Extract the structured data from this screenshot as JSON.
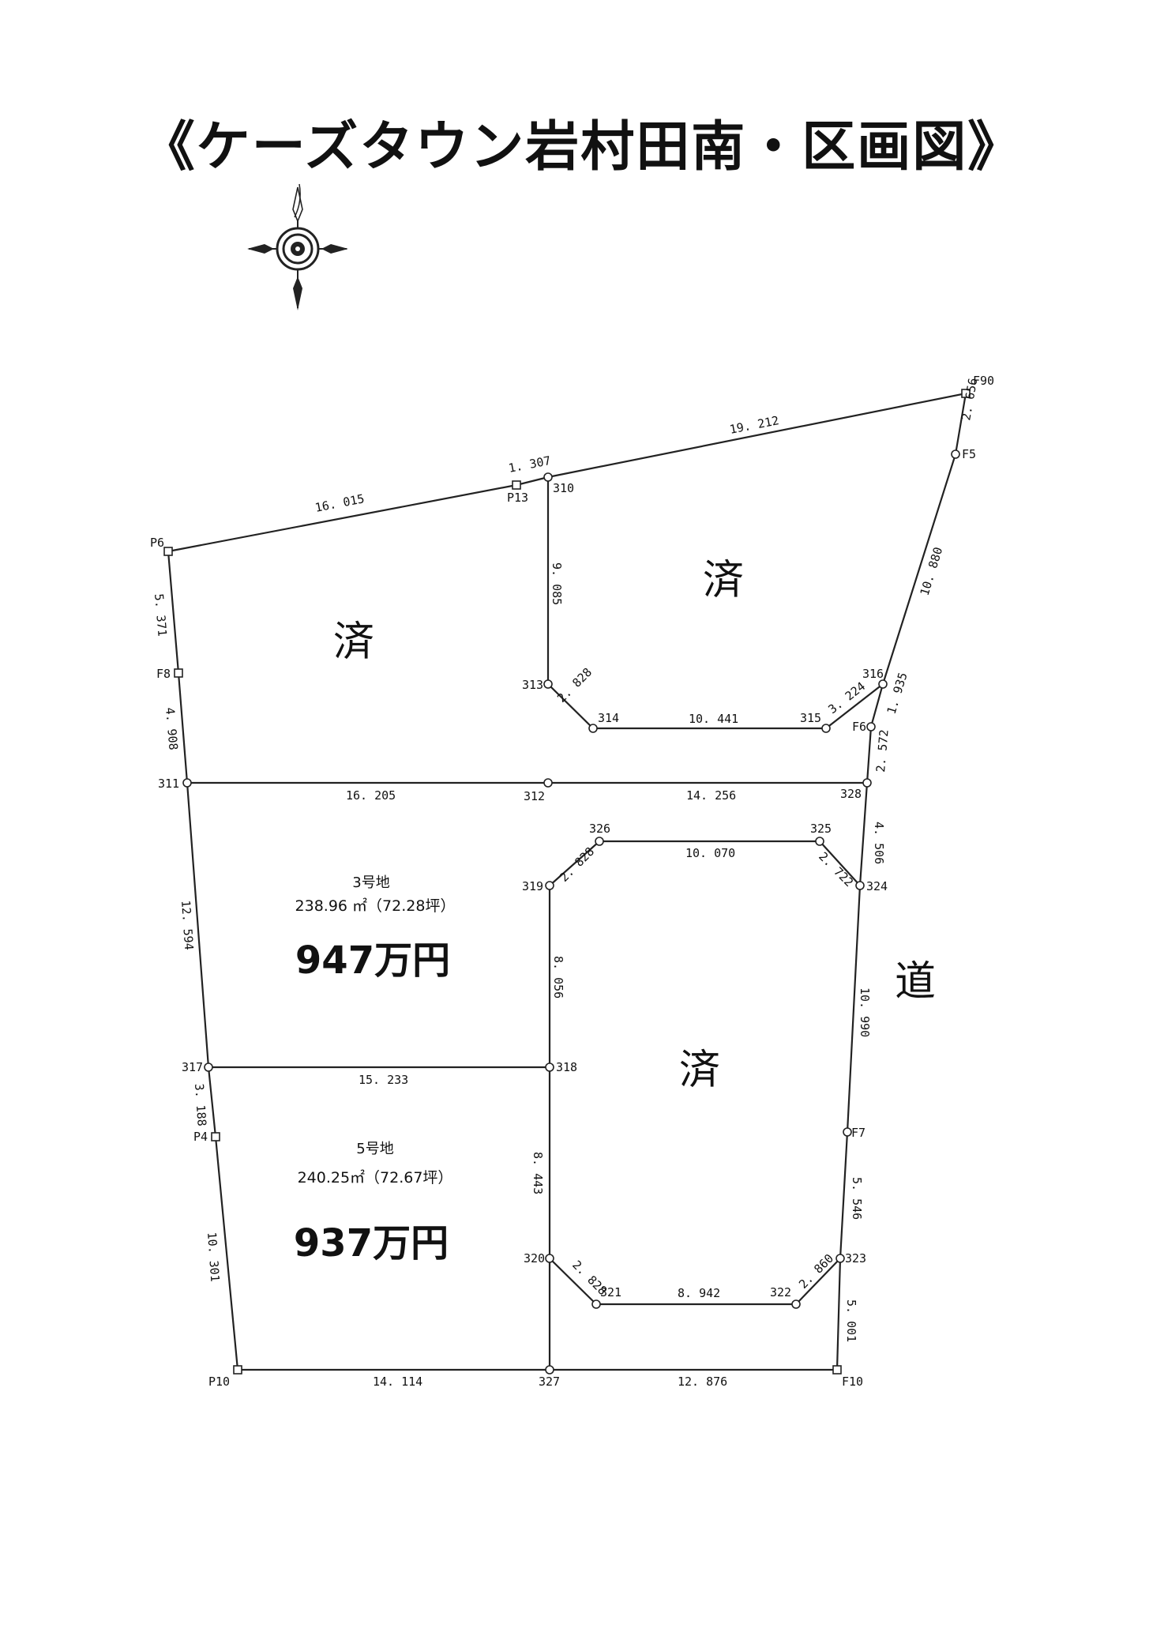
{
  "title": "《ケーズタウン岩村田南・区画図》",
  "compass_icon": "compass-rose-icon",
  "points": [
    {
      "id": "F90",
      "label": "F90"
    },
    {
      "id": "F5",
      "label": "F5"
    },
    {
      "id": "P13",
      "label": "P13"
    },
    {
      "id": "310",
      "label": "310"
    },
    {
      "id": "P6",
      "label": "P6"
    },
    {
      "id": "F8",
      "label": "F8"
    },
    {
      "id": "313",
      "label": "313"
    },
    {
      "id": "314",
      "label": "314"
    },
    {
      "id": "315",
      "label": "315"
    },
    {
      "id": "316",
      "label": "316"
    },
    {
      "id": "F6",
      "label": "F6"
    },
    {
      "id": "311",
      "label": "311"
    },
    {
      "id": "312",
      "label": "312"
    },
    {
      "id": "328",
      "label": "328"
    },
    {
      "id": "326",
      "label": "326"
    },
    {
      "id": "325",
      "label": "325"
    },
    {
      "id": "319",
      "label": "319"
    },
    {
      "id": "324",
      "label": "324"
    },
    {
      "id": "317",
      "label": "317"
    },
    {
      "id": "318",
      "label": "318"
    },
    {
      "id": "P4",
      "label": "P4"
    },
    {
      "id": "F7",
      "label": "F7"
    },
    {
      "id": "320",
      "label": "320"
    },
    {
      "id": "321",
      "label": "321"
    },
    {
      "id": "322",
      "label": "322"
    },
    {
      "id": "323",
      "label": "323"
    },
    {
      "id": "P10",
      "label": "P10"
    },
    {
      "id": "327",
      "label": "327"
    },
    {
      "id": "F10",
      "label": "F10"
    }
  ],
  "dimensions": [
    {
      "id": "d-p6-p13",
      "value": "16. 015"
    },
    {
      "id": "d-p13-310",
      "value": "1. 307"
    },
    {
      "id": "d-310-f90",
      "value": "19. 212"
    },
    {
      "id": "d-f90-f5",
      "value": "2. 656"
    },
    {
      "id": "d-f5-316",
      "value": "10. 880"
    },
    {
      "id": "d-316-f6",
      "value": "1. 935"
    },
    {
      "id": "d-f6-328",
      "value": "2. 572"
    },
    {
      "id": "d-310-313",
      "value": "9. 085"
    },
    {
      "id": "d-313-314",
      "value": "2. 828"
    },
    {
      "id": "d-314-315",
      "value": "10. 441"
    },
    {
      "id": "d-315-316",
      "value": "3. 224"
    },
    {
      "id": "d-p6-f8",
      "value": "5. 371"
    },
    {
      "id": "d-f8-311",
      "value": "4. 908"
    },
    {
      "id": "d-311-312",
      "value": "16. 205"
    },
    {
      "id": "d-312-328",
      "value": "14. 256"
    },
    {
      "id": "d-328-324",
      "value": "4. 506"
    },
    {
      "id": "d-326-325",
      "value": "10. 070"
    },
    {
      "id": "d-319-326",
      "value": "2. 828"
    },
    {
      "id": "d-325-324",
      "value": "2. 722"
    },
    {
      "id": "d-311-317",
      "value": "12. 594"
    },
    {
      "id": "d-319-318",
      "value": "8. 056"
    },
    {
      "id": "d-324-f7",
      "value": "10. 990"
    },
    {
      "id": "d-317-318",
      "value": "15. 233"
    },
    {
      "id": "d-317-p4",
      "value": "3. 188"
    },
    {
      "id": "d-318-320",
      "value": "8. 443"
    },
    {
      "id": "d-f7-323",
      "value": "5. 546"
    },
    {
      "id": "d-p4-p10",
      "value": "10. 301"
    },
    {
      "id": "d-320-321",
      "value": "2. 828"
    },
    {
      "id": "d-321-322",
      "value": "8. 942"
    },
    {
      "id": "d-322-323",
      "value": "2. 860"
    },
    {
      "id": "d-323-f10",
      "value": "5. 001"
    },
    {
      "id": "d-p10-327",
      "value": "14. 114"
    },
    {
      "id": "d-327-f10",
      "value": "12. 876"
    }
  ],
  "sold_label": "済",
  "road_label": "道",
  "lots": [
    {
      "name": "3号地",
      "area": "238.96 ㎡（72.28坪）",
      "price": "947万円"
    },
    {
      "name": "5号地",
      "area": "240.25㎡（72.67坪）",
      "price": "937万円"
    }
  ]
}
